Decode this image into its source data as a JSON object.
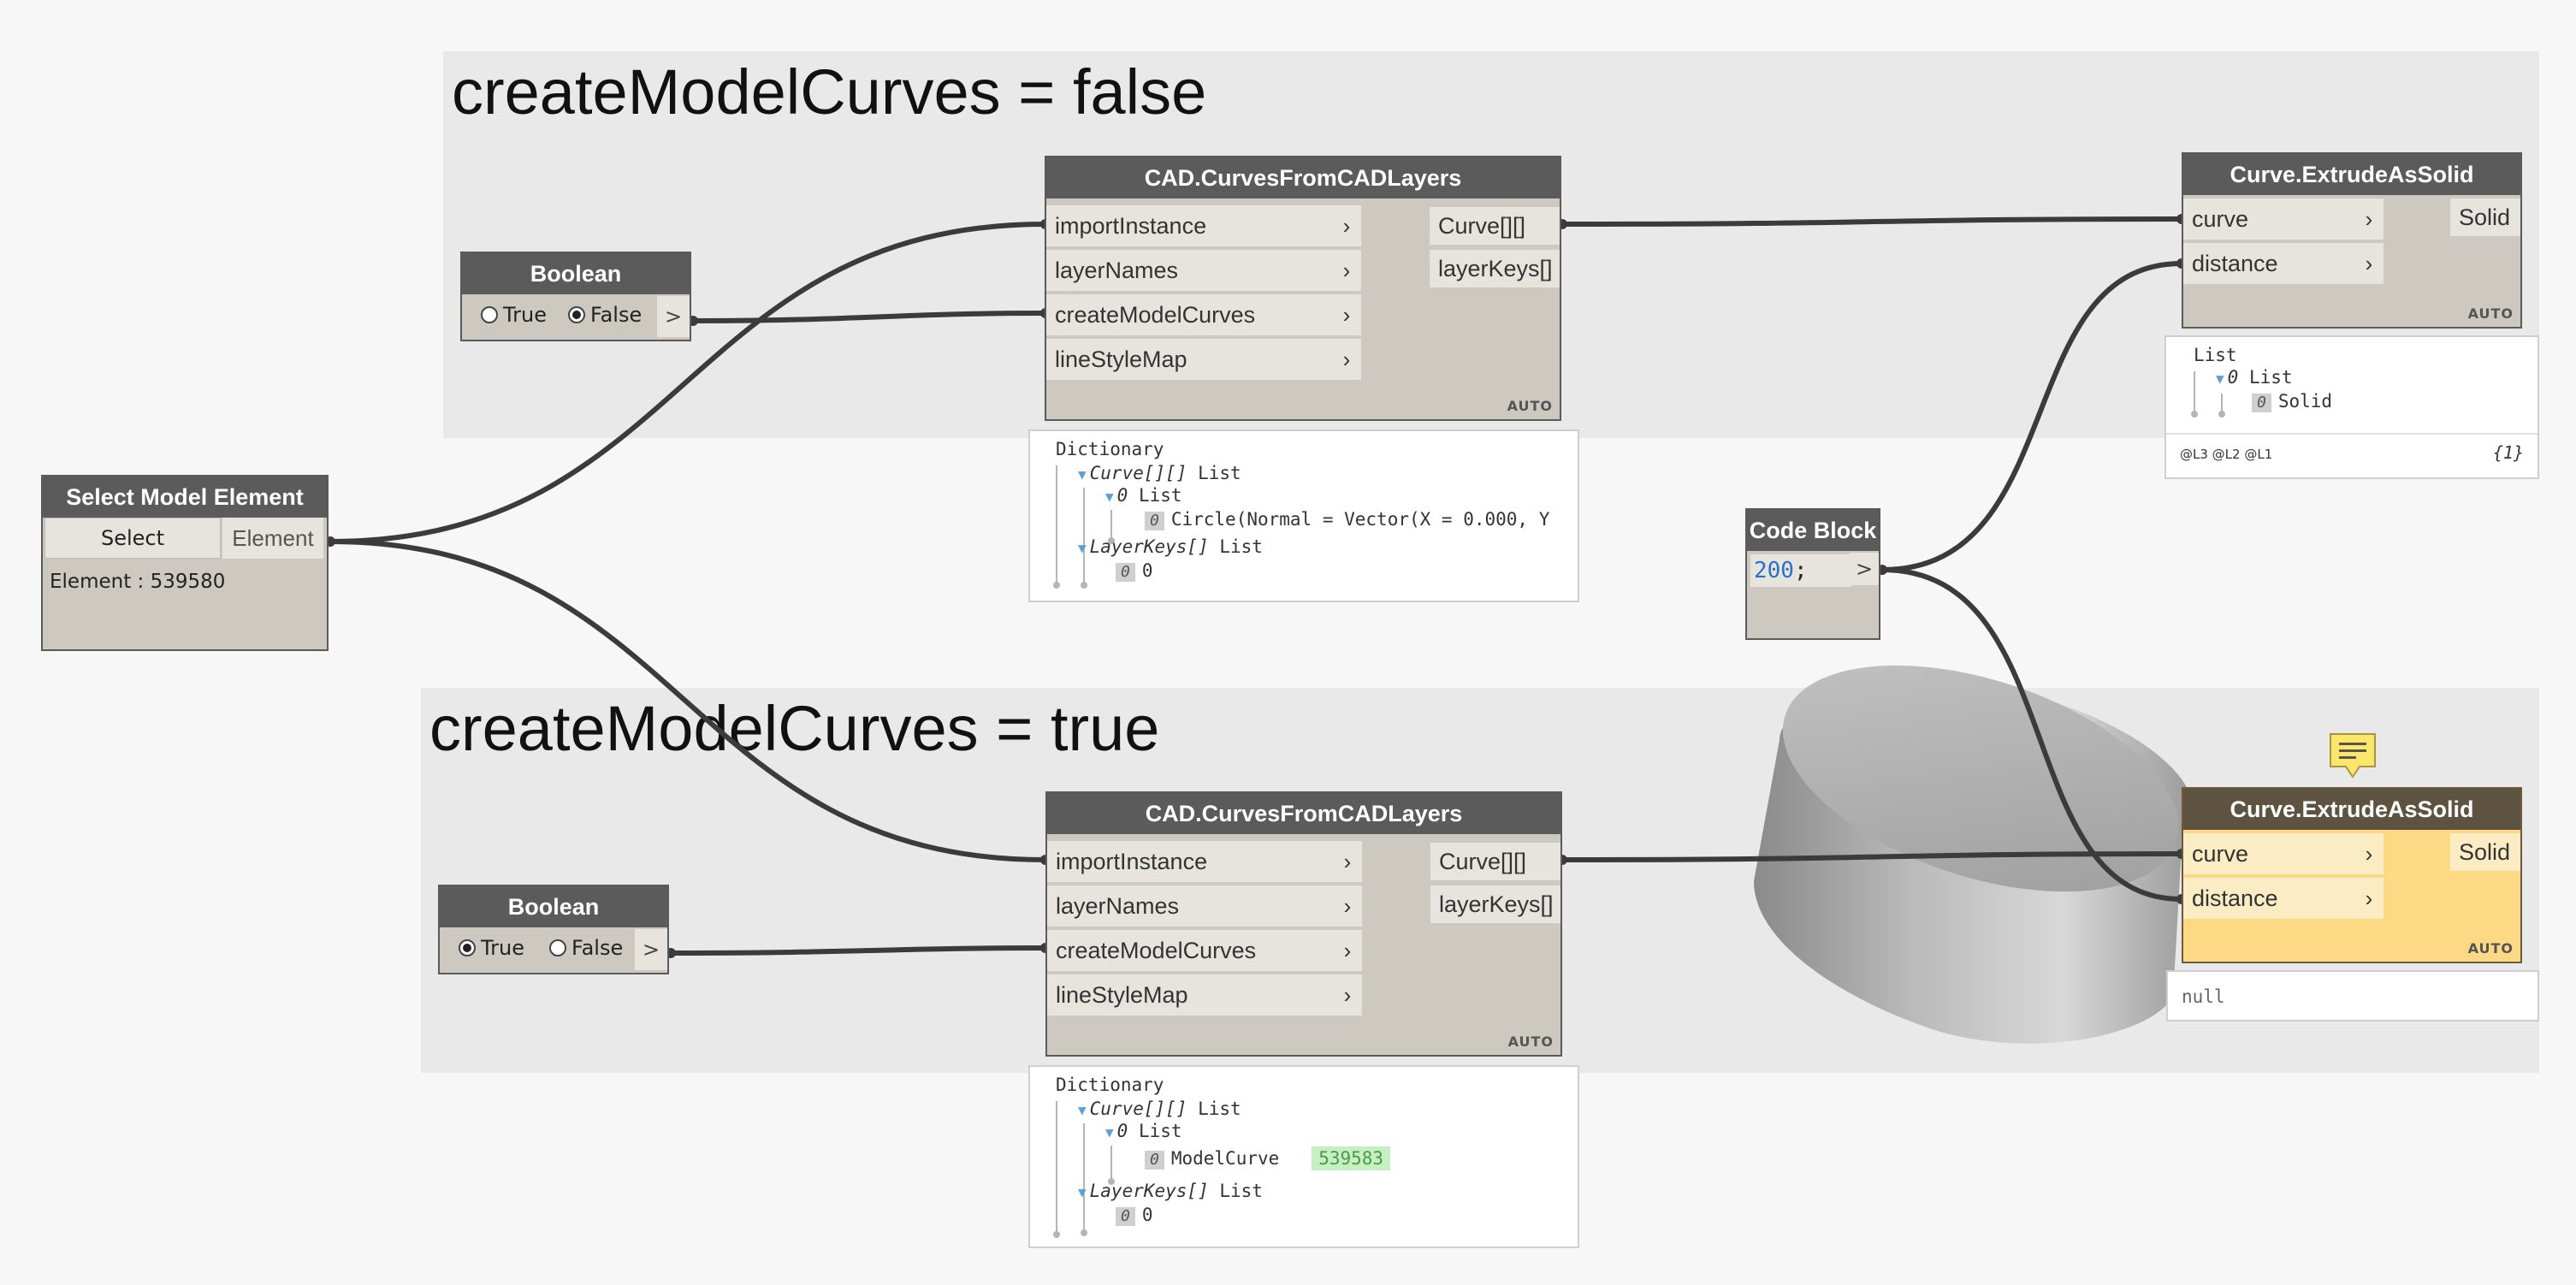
{
  "groups": [
    {
      "title": "createModelCurves = false"
    },
    {
      "title": "createModelCurves = true"
    }
  ],
  "select_node": {
    "title": "Select Model Element",
    "button": "Select",
    "output": "Element",
    "info": "Element : 539580"
  },
  "boolean_false": {
    "title": "Boolean",
    "opt_true": "True",
    "opt_false": "False",
    "out": ">",
    "selected": "False"
  },
  "boolean_true": {
    "title": "Boolean",
    "opt_true": "True",
    "opt_false": "False",
    "out": ">",
    "selected": "True"
  },
  "cad_node_top": {
    "title": "CAD.CurvesFromCADLayers",
    "inputs": [
      "importInstance",
      "layerNames",
      "createModelCurves",
      "lineStyleMap"
    ],
    "outputs": [
      "Curve[][]",
      "layerKeys[]"
    ],
    "lacing": "AUTO"
  },
  "cad_node_bottom": {
    "title": "CAD.CurvesFromCADLayers",
    "inputs": [
      "importInstance",
      "layerNames",
      "createModelCurves",
      "lineStyleMap"
    ],
    "outputs": [
      "Curve[][]",
      "layerKeys[]"
    ],
    "lacing": "AUTO"
  },
  "cad_preview_top": {
    "root": "Dictionary",
    "key1": "Curve[][]",
    "key1_type": "List",
    "sub_idx": "0",
    "sub_type": "List",
    "item_idx": "0",
    "item_value": "Circle(Normal = Vector(X = 0.000, Y",
    "key2": "LayerKeys[]",
    "key2_type": "List",
    "key2_idx": "0",
    "key2_value": "0"
  },
  "cad_preview_bottom": {
    "root": "Dictionary",
    "key1": "Curve[][]",
    "key1_type": "List",
    "sub_idx": "0",
    "sub_type": "List",
    "item_idx": "0",
    "item_value": "ModelCurve",
    "item_id": "539583",
    "key2": "LayerKeys[]",
    "key2_type": "List",
    "key2_idx": "0",
    "key2_value": "0"
  },
  "code_block": {
    "title": "Code Block",
    "number": "200",
    "semicolon": ";",
    "out": ">"
  },
  "extrude_top": {
    "title": "Curve.ExtrudeAsSolid",
    "inputs": [
      "curve",
      "distance"
    ],
    "output": "Solid",
    "lacing": "AUTO"
  },
  "extrude_top_preview": {
    "root": "List",
    "sub_idx": "0",
    "sub_type": "List",
    "item_idx": "0",
    "item_value": "Solid",
    "levels": "@L3 @L2 @L1",
    "count": "{1}"
  },
  "extrude_bottom": {
    "title": "Curve.ExtrudeAsSolid",
    "inputs": [
      "curve",
      "distance"
    ],
    "output": "Solid",
    "lacing": "AUTO"
  },
  "extrude_bottom_preview": {
    "value": "null"
  },
  "colors": {
    "group_bg": "#e9e9e9",
    "node_header": "#5b5b5b",
    "node_body": "#cdc9c1",
    "selected_body": "#fdd985",
    "wire": "#3b3b3b",
    "comment_icon": "#fde76b"
  },
  "icons": [
    "chevron-right-icon",
    "comment-icon",
    "radio-icon"
  ]
}
